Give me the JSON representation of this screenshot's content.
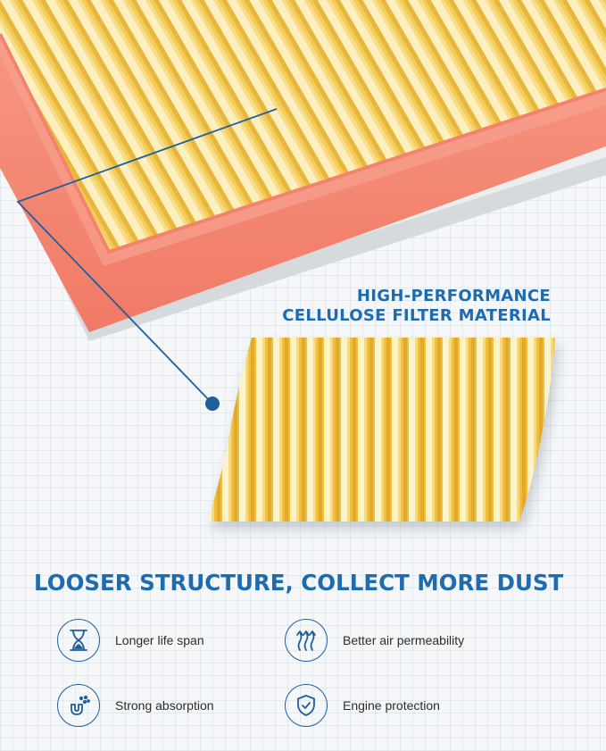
{
  "callout": {
    "line1": "HIGH-PERFORMANCE",
    "line2": "CELLULOSE FILTER MATERIAL"
  },
  "title": "LOOSER STRUCTURE, COLLECT MORE DUST",
  "features": [
    {
      "label": "Longer life span",
      "icon": "hourglass-icon"
    },
    {
      "label": "Better air permeability",
      "icon": "airflow-arrows-icon"
    },
    {
      "label": "Strong absorption",
      "icon": "magnet-icon"
    },
    {
      "label": "Engine protection",
      "icon": "shield-check-icon"
    }
  ],
  "colors": {
    "accent_blue": "#1f6bb0",
    "icon_stroke": "#1f5f9c",
    "filter_frame": "#f68e78",
    "pleat_yellow": "#f2c64c",
    "pleat_light": "#fdf2c4"
  }
}
